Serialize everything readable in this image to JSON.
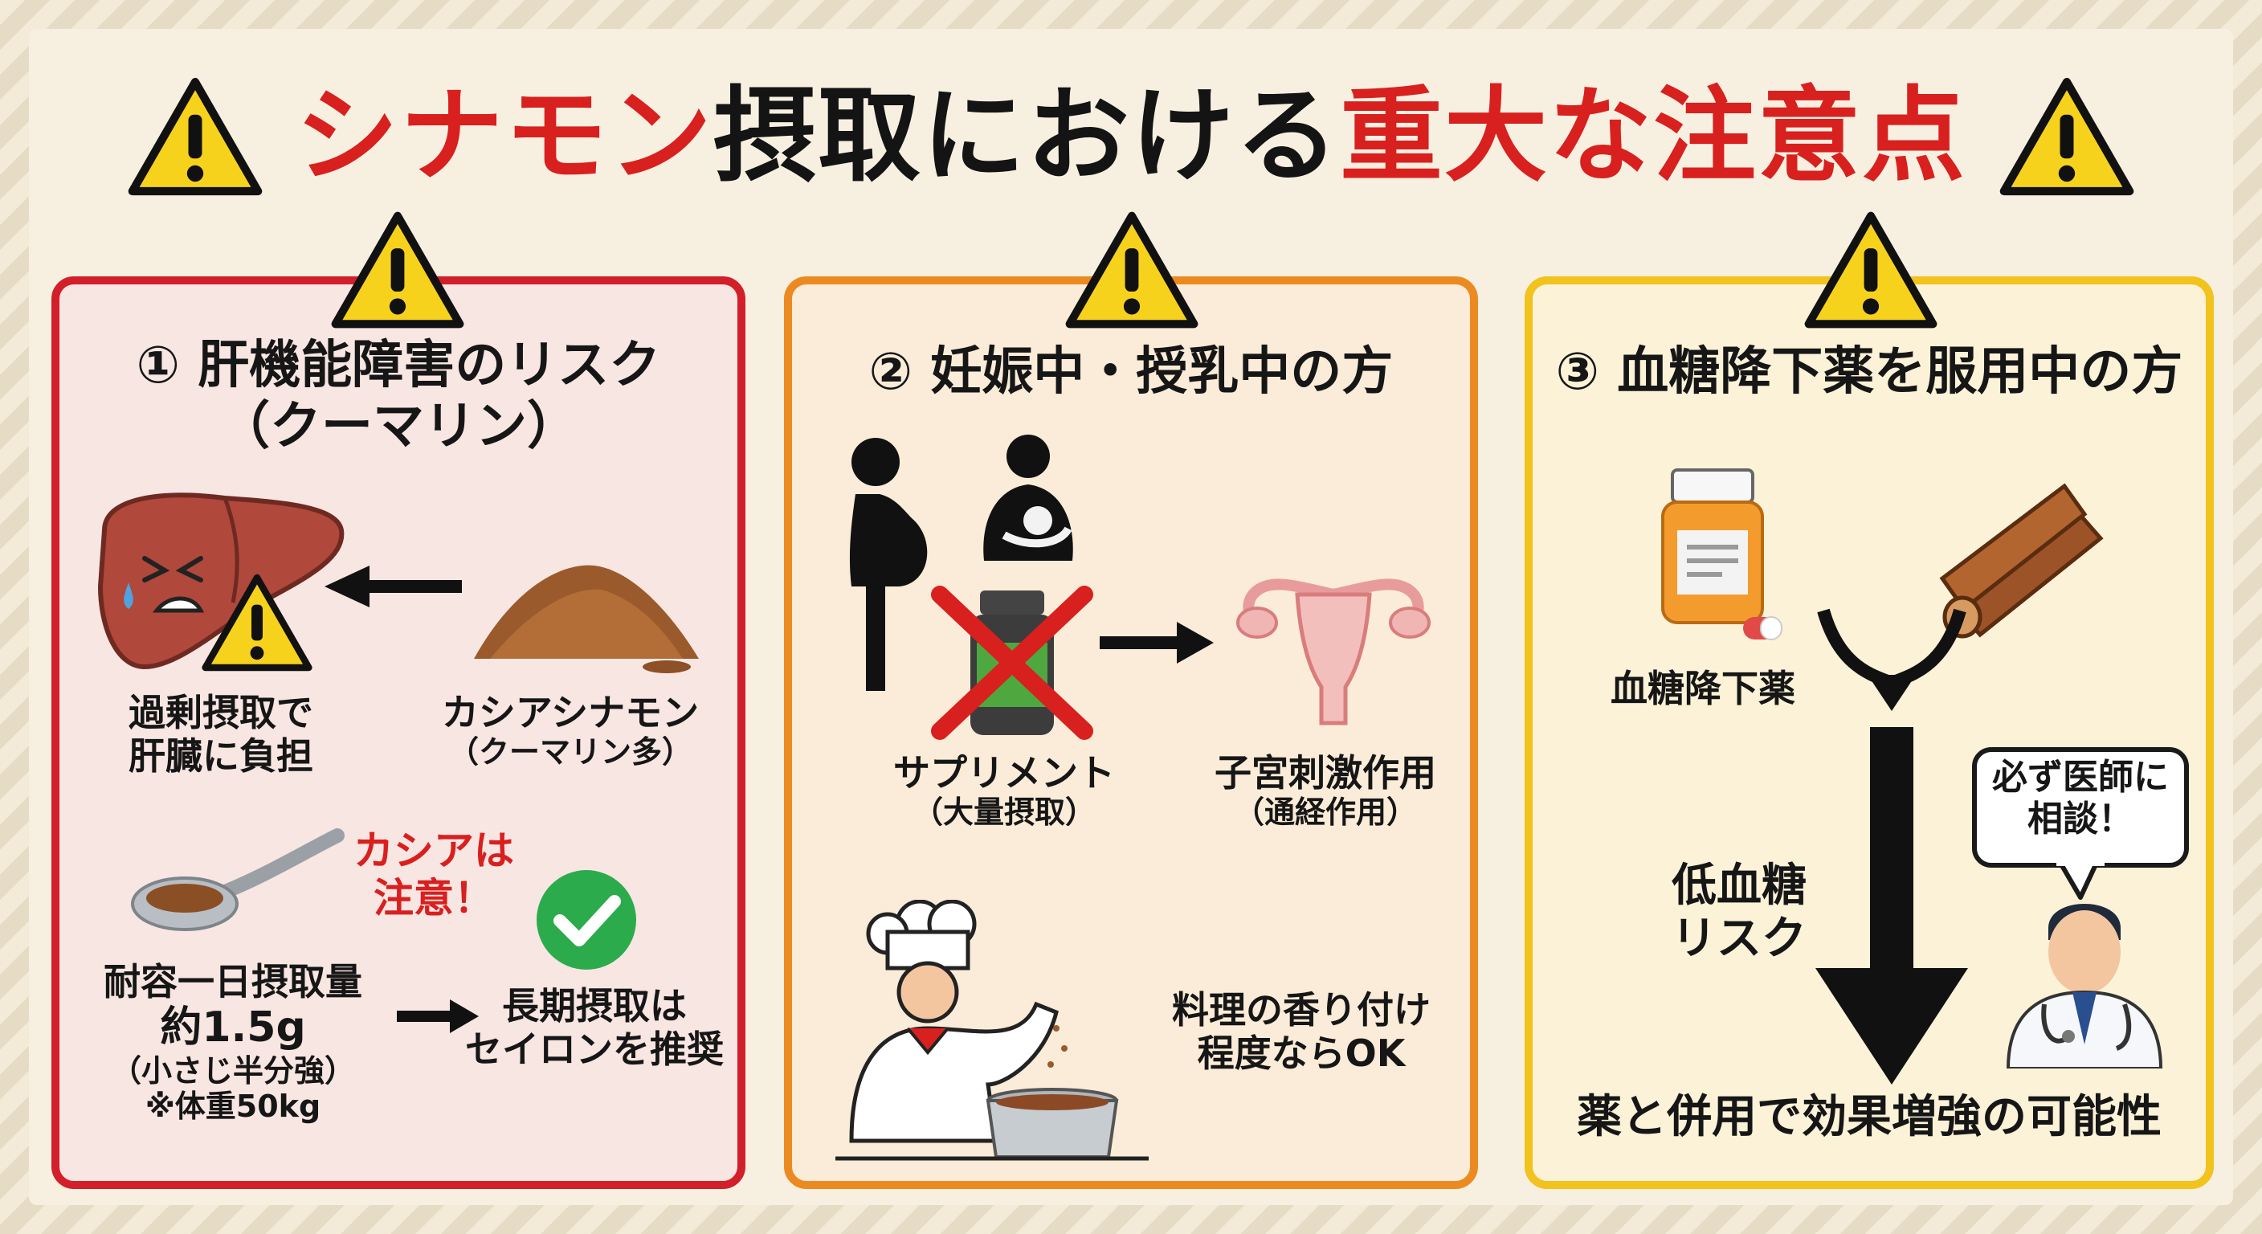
{
  "title": {
    "part1": "シナモン",
    "part2": "摂取における",
    "part3": "重大な注意点"
  },
  "panel1": {
    "heading_line1": "① 肝機能障害のリスク",
    "heading_line2": "（クーマリン）",
    "liver_caption": [
      "過剰摂取で",
      "肝臓に負担"
    ],
    "powder_caption": [
      "カシアシナモン",
      "（クーマリン多）"
    ],
    "cassia_warning": [
      "カシアは",
      "注意！"
    ],
    "tolerance": [
      "耐容一日摂取量",
      "約1.5g",
      "（小さじ半分強）",
      "※体重50kg"
    ],
    "recommend": [
      "長期摂取は",
      "セイロンを推奨"
    ]
  },
  "panel2": {
    "heading": "② 妊娠中・授乳中の方",
    "supplement": [
      "サプリメント",
      "（大量摂取）"
    ],
    "uterus": [
      "子宮刺激作用",
      "（通経作用）"
    ],
    "cooking": [
      "料理の香り付け",
      "程度ならOK"
    ]
  },
  "panel3": {
    "heading": "③ 血糖降下薬を服用中の方",
    "medicine_label": "血糖降下薬",
    "risk": [
      "低血糖",
      "リスク"
    ],
    "doctor_bubble": [
      "必ず医師に",
      "相談！"
    ],
    "bottom": "薬と併用で効果増強の可能性"
  },
  "colors": {
    "accent_red": "#d8201f",
    "panel1_border": "#d21f2a",
    "panel2_border": "#ec8a22",
    "panel3_border": "#f2c21d",
    "warning_yellow": "#f7d21c"
  },
  "icons": [
    "warning-icon",
    "liver-icon",
    "cinnamon-powder-icon",
    "spoon-icon",
    "check-icon",
    "pregnant-woman-icon",
    "nursing-mother-icon",
    "supplement-bottle-icon",
    "uterus-icon",
    "chef-icon",
    "pill-bottle-icon",
    "cinnamon-stick-icon",
    "doctor-icon"
  ]
}
